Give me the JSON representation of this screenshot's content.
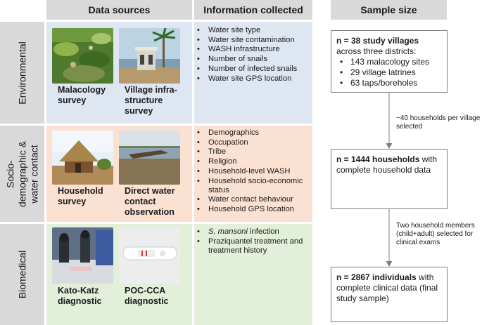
{
  "headers": {
    "data_sources": "Data sources",
    "information_collected": "Information collected",
    "sample_size": "Sample size"
  },
  "rows": [
    {
      "label": "Environmental",
      "captions": [
        "Malacology survey",
        "Village infra-structure survey"
      ],
      "info": [
        "Water site type",
        "Water site contamination",
        "WASH infrastructure",
        "Number of snails",
        "Number of infected snails",
        "Water site GPS location"
      ]
    },
    {
      "label": "Socio-demographic & water contact",
      "captions": [
        "Household survey",
        "Direct water contact observation"
      ],
      "info": [
        "Demographics",
        "Occupation",
        "Tribe",
        "Religion",
        "Household-level WASH",
        "Household socio-economic status",
        "Water contact behaviour",
        "Household GPS location"
      ]
    },
    {
      "label": "Biomedical",
      "captions": [
        "Kato-Katz diagnostic",
        "POC-CCA diagnostic"
      ],
      "info_italic": "S. mansoni",
      "info": [
        " infection",
        "Praziquantel treatment and treatment history"
      ]
    }
  ],
  "sample": {
    "box1": {
      "bold": "n = 38 study villages",
      "line": "across three districts:",
      "items": [
        "143 malacology sites",
        "29 village latrines",
        "63 taps/boreholes"
      ]
    },
    "note1": "~40 households per village selected",
    "box2": {
      "bold": "n = 1444 households",
      "rest": " with complete household data"
    },
    "note2": "Two household members (child+adult) selected for clinical exams",
    "box3": {
      "bold": "n = 2867 individuals",
      "rest": " with complete clinical data (final study sample)"
    }
  }
}
